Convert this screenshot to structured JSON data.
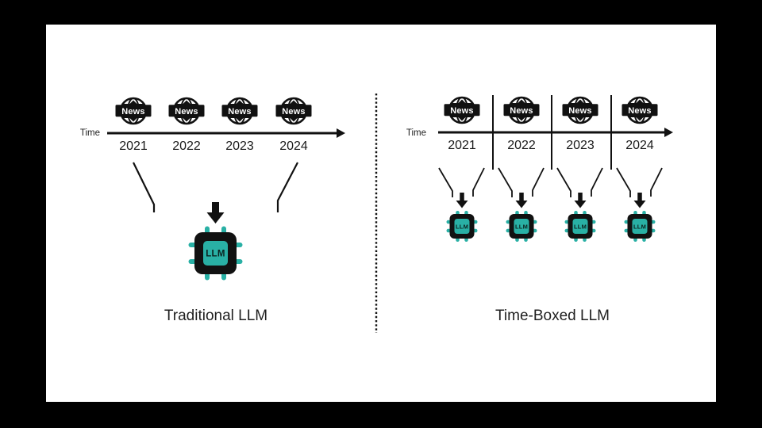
{
  "slide": {
    "page_background": "#000000",
    "slide_background": "#ffffff"
  },
  "colors": {
    "ink": "#111111",
    "text": "#1f1f1f",
    "chip_teal": "#29b0a5"
  },
  "left_panel": {
    "time_label": "Time",
    "news_label": "News",
    "years": [
      "2021",
      "2022",
      "2023",
      "2024"
    ],
    "chip_label": "LLM",
    "caption": "Traditional LLM"
  },
  "right_panel": {
    "time_label": "Time",
    "news_label": "News",
    "years": [
      "2021",
      "2022",
      "2023",
      "2024"
    ],
    "chip_label": "LLM",
    "caption": "Time-Boxed LLM"
  }
}
